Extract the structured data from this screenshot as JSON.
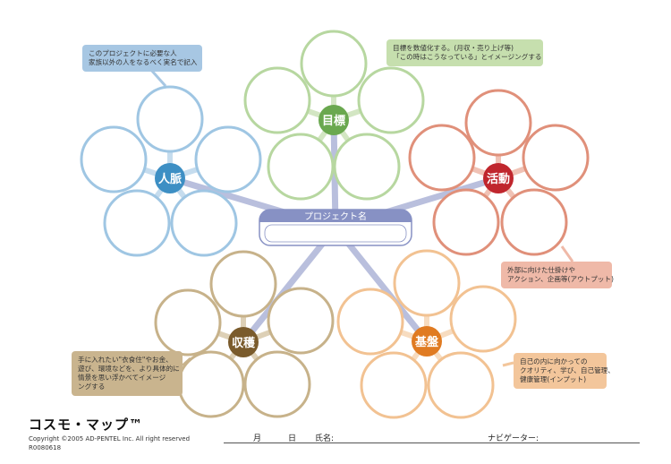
{
  "project_label": "プロジェクト名",
  "nodes": [
    {
      "id": "target",
      "label": "目標",
      "hub": "#6aa84f",
      "ring": "#b7d7a0",
      "spoke": "#d3e6c3"
    },
    {
      "id": "network",
      "label": "人脈",
      "hub": "#3d8fc4",
      "ring": "#9fc6e3",
      "spoke": "#c5dcee"
    },
    {
      "id": "activity",
      "label": "活動",
      "hub": "#c0262d",
      "ring": "#e0907a",
      "spoke": "#f0c2b5"
    },
    {
      "id": "harvest",
      "label": "収穫",
      "hub": "#7a5b2c",
      "ring": "#c7b28a",
      "spoke": "#ddd0b6"
    },
    {
      "id": "base",
      "label": "基盤",
      "hub": "#e07b22",
      "ring": "#f2c292",
      "spoke": "#f7dcc0"
    }
  ],
  "callouts": {
    "network": {
      "lines": [
        "このプロジェクトに必要な人",
        "家族以外の人をなるべく実名で記入"
      ],
      "color": "#a7c7e3"
    },
    "target": {
      "lines": [
        "目標を数値化する。(月収・売り上げ等)",
        "「この時はこうなっている」とイメージングする"
      ],
      "color": "#c6dfae"
    },
    "activity": {
      "lines": [
        "外部に向けた仕掛けや",
        "アクション、企画等(アウトプット)"
      ],
      "color": "#efb9a8"
    },
    "harvest": {
      "lines": [
        "手に入れたい\"衣食住\"やお金、",
        "遊び、環境などを、より具体的に",
        "情景を思い浮かべてイメージ",
        "ングする"
      ],
      "color": "#c9b48e"
    },
    "base": {
      "lines": [
        "自己の内に向かっての",
        "クオリティ、学び、自己管理、",
        "健康管理(インプット)"
      ],
      "color": "#f3c69b"
    }
  },
  "spoke_color": "#b9bfdd",
  "project_color": "#8791c4",
  "footer": {
    "brand": "コスモ・マップ™",
    "copyright": "Copyright ©2005 AD-PENTEL Inc. All right reserved",
    "code": "R0080618",
    "month": "月",
    "day": "日",
    "name": "氏名:",
    "navigator": "ナビゲーター:"
  }
}
